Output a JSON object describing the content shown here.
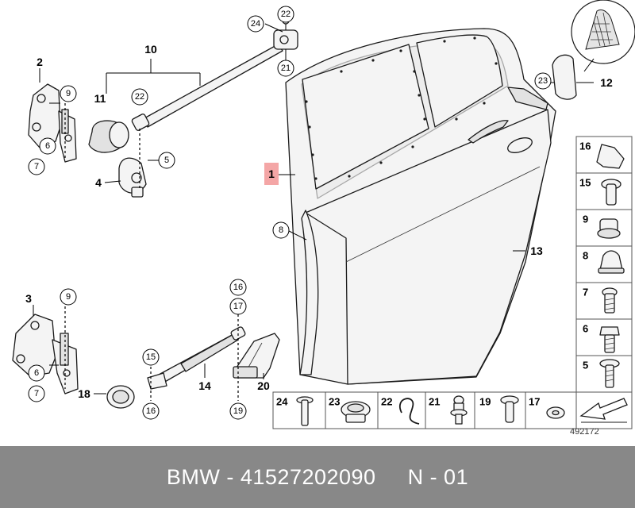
{
  "diagram": {
    "diagram_number": "492172",
    "callouts_circled": {
      "c24_top": "24",
      "c22_top": "22",
      "c21_top": "21",
      "c22_mid": "22",
      "c9_a": "9",
      "c6_a": "6",
      "c7_a": "7",
      "c5": "5",
      "c23_right": "23",
      "c8": "8",
      "c9_b": "9",
      "c6_b": "6",
      "c7_b": "7",
      "c16_mid": "16",
      "c17_mid": "17",
      "c15": "15",
      "c16_low": "16",
      "c19": "19"
    },
    "callouts_plain": {
      "n2": "2",
      "n10": "10",
      "n11": "11",
      "n4": "4",
      "n12": "12",
      "n13": "13",
      "n3": "3",
      "n18": "18",
      "n14": "14",
      "n20": "20"
    },
    "highlight_callout": "1",
    "side_column": [
      "16",
      "15",
      "9",
      "8",
      "7",
      "6",
      "5"
    ],
    "bottom_row": [
      "24",
      "23",
      "22",
      "21",
      "19",
      "17"
    ]
  },
  "footer": {
    "text": "BMW - 41527202090     N - 01"
  },
  "colors": {
    "highlight": "#f4a6a6",
    "footer_bg": "#888888",
    "footer_text": "#ffffff"
  }
}
